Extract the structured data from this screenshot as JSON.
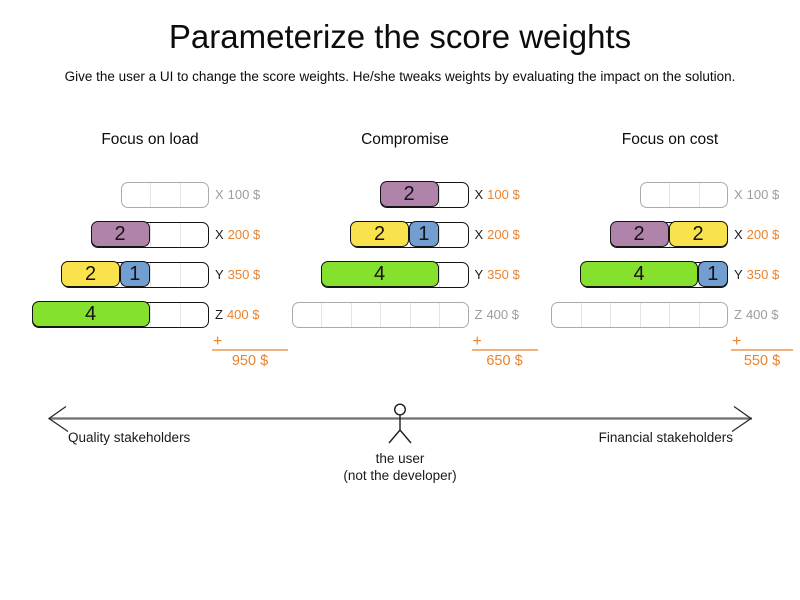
{
  "title": "Parameterize the score weights",
  "subtitle": "Give the user a UI to change the score weights. He/she tweaks weights by evaluating the impact on the solution.",
  "colors": {
    "purple": "#b083aa",
    "yellow": "#f9e24b",
    "blue": "#729fcf",
    "green": "#86e02e",
    "orange": "#e8822d",
    "orange_line": "#f0b27a",
    "muted": "#9c9c9c",
    "ink": "#1a1a1a"
  },
  "columns": [
    {
      "title": "Focus on load",
      "rows": [
        {
          "cells": 3,
          "letter": "X",
          "amount": "100 $",
          "active": false,
          "blocks": []
        },
        {
          "cells": 4,
          "letter": "X",
          "amount": "200 $",
          "active": true,
          "blocks": [
            {
              "color": "purple",
              "size": 2,
              "value": "2"
            }
          ]
        },
        {
          "cells": 5,
          "letter": "Y",
          "amount": "350 $",
          "active": true,
          "blocks": [
            {
              "color": "yellow",
              "size": 2,
              "value": "2"
            },
            {
              "color": "blue",
              "size": 1,
              "value": "1"
            }
          ]
        },
        {
          "cells": 6,
          "letter": "Z",
          "amount": "400 $",
          "active": true,
          "blocks": [
            {
              "color": "green",
              "size": 4,
              "value": "4"
            }
          ]
        }
      ],
      "plus": "+",
      "total": "950 $"
    },
    {
      "title": "Compromise",
      "rows": [
        {
          "cells": 3,
          "letter": "X",
          "amount": "100 $",
          "active": true,
          "blocks": [
            {
              "color": "purple",
              "size": 2,
              "value": "2"
            }
          ]
        },
        {
          "cells": 4,
          "letter": "X",
          "amount": "200 $",
          "active": true,
          "blocks": [
            {
              "color": "yellow",
              "size": 2,
              "value": "2"
            },
            {
              "color": "blue",
              "size": 1,
              "value": "1"
            }
          ]
        },
        {
          "cells": 5,
          "letter": "Y",
          "amount": "350 $",
          "active": true,
          "blocks": [
            {
              "color": "green",
              "size": 4,
              "value": "4"
            }
          ]
        },
        {
          "cells": 6,
          "letter": "Z",
          "amount": "400 $",
          "active": false,
          "blocks": []
        }
      ],
      "plus": "+",
      "total": "650 $"
    },
    {
      "title": "Focus on cost",
      "rows": [
        {
          "cells": 3,
          "letter": "X",
          "amount": "100 $",
          "active": false,
          "blocks": []
        },
        {
          "cells": 4,
          "letter": "X",
          "amount": "200 $",
          "active": true,
          "blocks": [
            {
              "color": "purple",
              "size": 2,
              "value": "2"
            },
            {
              "color": "yellow",
              "size": 2,
              "value": "2"
            }
          ]
        },
        {
          "cells": 5,
          "letter": "Y",
          "amount": "350 $",
          "active": true,
          "blocks": [
            {
              "color": "green",
              "size": 4,
              "value": "4"
            },
            {
              "color": "blue",
              "size": 1,
              "value": "1"
            }
          ]
        },
        {
          "cells": 6,
          "letter": "Z",
          "amount": "400 $",
          "active": false,
          "blocks": []
        }
      ],
      "plus": "+",
      "total": "550 $"
    }
  ],
  "axis": {
    "left_label": "Quality stakeholders",
    "right_label": "Financial stakeholders",
    "center_label_line1": "the user",
    "center_label_line2": "(not the developer)"
  }
}
